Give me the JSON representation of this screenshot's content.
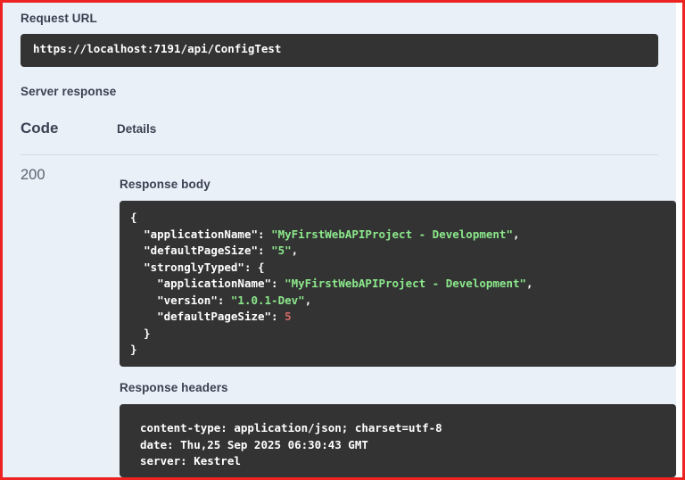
{
  "panel": {
    "request_url_label": "Request URL",
    "request_url": "https://localhost:7191/api/ConfigTest",
    "server_response_label": "Server response",
    "table": {
      "headers": {
        "code": "Code",
        "details": "Details"
      },
      "rows": [
        {
          "code": "200",
          "response_body_label": "Response body",
          "response_headers_label": "Response headers",
          "response_body": "{\n  \"applicationName\": \"MyFirstWebAPIProject - Development\",\n  \"defaultPageSize\": \"5\",\n  \"stronglyTyped\": {\n    \"applicationName\": \"MyFirstWebAPIProject - Development\",\n    \"version\": \"1.0.1-Dev\",\n    \"defaultPageSize\": 5\n  }\n}",
          "response_headers": "content-type: application/json; charset=utf-8 \ndate: Thu,25 Sep 2025 06:30:43 GMT \nserver: Kestrel ",
          "response_body_tokens": [
            {
              "t": "{",
              "c": "punc"
            },
            {
              "t": "\n  ",
              "c": "punc"
            },
            {
              "t": "\"applicationName\"",
              "c": "key"
            },
            {
              "t": ": ",
              "c": "punc"
            },
            {
              "t": "\"MyFirstWebAPIProject - Development\"",
              "c": "str"
            },
            {
              "t": ",",
              "c": "punc"
            },
            {
              "t": "\n  ",
              "c": "punc"
            },
            {
              "t": "\"defaultPageSize\"",
              "c": "key"
            },
            {
              "t": ": ",
              "c": "punc"
            },
            {
              "t": "\"5\"",
              "c": "str"
            },
            {
              "t": ",",
              "c": "punc"
            },
            {
              "t": "\n  ",
              "c": "punc"
            },
            {
              "t": "\"stronglyTyped\"",
              "c": "key"
            },
            {
              "t": ": {",
              "c": "punc"
            },
            {
              "t": "\n    ",
              "c": "punc"
            },
            {
              "t": "\"applicationName\"",
              "c": "key"
            },
            {
              "t": ": ",
              "c": "punc"
            },
            {
              "t": "\"MyFirstWebAPIProject - Development\"",
              "c": "str"
            },
            {
              "t": ",",
              "c": "punc"
            },
            {
              "t": "\n    ",
              "c": "punc"
            },
            {
              "t": "\"version\"",
              "c": "key"
            },
            {
              "t": ": ",
              "c": "punc"
            },
            {
              "t": "\"1.0.1-Dev\"",
              "c": "str"
            },
            {
              "t": ",",
              "c": "punc"
            },
            {
              "t": "\n    ",
              "c": "punc"
            },
            {
              "t": "\"defaultPageSize\"",
              "c": "key"
            },
            {
              "t": ": ",
              "c": "punc"
            },
            {
              "t": "5",
              "c": "num"
            },
            {
              "t": "\n  }",
              "c": "punc"
            },
            {
              "t": "\n}",
              "c": "punc"
            }
          ]
        }
      ]
    }
  },
  "colors": {
    "annotation_border": "#ef2222",
    "panel_background": "#eaf0f8",
    "code_block_background": "#333333",
    "heading_text": "#3b4151",
    "status_code_text": "#5a6270",
    "json_string": "#8ce88c",
    "json_number": "#d16969",
    "divider": "#d3dae6"
  }
}
